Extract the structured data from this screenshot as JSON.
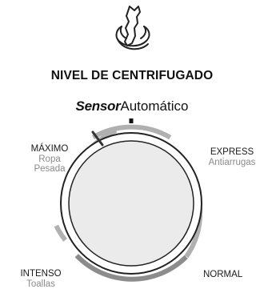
{
  "header": {
    "icon": "spin-cycle-icon",
    "title": "NIVEL DE CENTRIFUGADO"
  },
  "dial": {
    "heading_strong": "Sensor",
    "heading_light": "Automático",
    "pointer_setting": "MÁXIMO",
    "settings": {
      "maximo": {
        "label": "MÁXIMO",
        "sub1": "Ropa",
        "sub2": "Pesada"
      },
      "express": {
        "label": "EXPRESS",
        "sub1": "Antiarrugas"
      },
      "intenso": {
        "label": "INTENSO",
        "sub1": "Toallas"
      },
      "normal": {
        "label": "NORMAL"
      }
    }
  },
  "colors": {
    "arc": "#b3b3b3",
    "arc_dark": "#8c8c8c",
    "knob_ring": "#d6d6d6",
    "knob_face": "#ececec",
    "pointer": "#333333"
  }
}
